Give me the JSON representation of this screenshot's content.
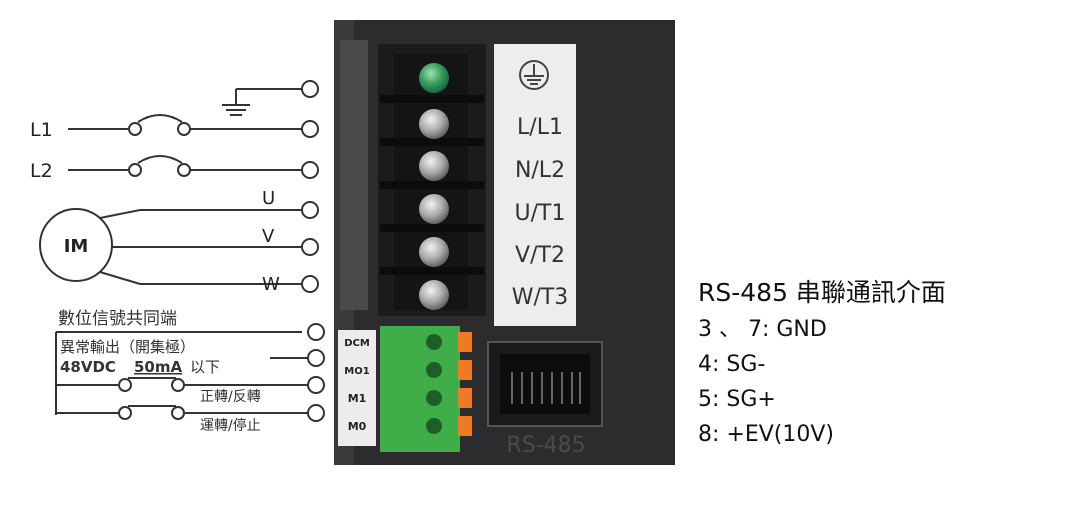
{
  "wiring": {
    "terminals": {
      "L1": "L1",
      "L2": "L2",
      "U": "U",
      "V": "V",
      "W": "W",
      "motor": "IM"
    },
    "digital_common": "數位信號共同端",
    "fault_output_line1": "異常輸出（開集極）",
    "fault_output_line2_a": "48VDC",
    "fault_output_line2_b": "50mA",
    "fault_output_line2_c": "以下",
    "forward_reverse": "正轉/反轉",
    "run_stop": "運轉/停止"
  },
  "terminal_block": {
    "labels": [
      "L/L1",
      "N/L2",
      "U/T1",
      "V/T2",
      "W/T3"
    ],
    "io_labels": [
      "DCM",
      "MO1",
      "M1",
      "M0"
    ],
    "port_label": "RS-485"
  },
  "rs485": {
    "title": "RS-485 串聯通訊介面",
    "pins": [
      "3 、 7: GND",
      "4: SG-",
      "5: SG+",
      "8: +EV(10V)"
    ]
  },
  "colors": {
    "housing": "#2c2c2e",
    "panel": "#ededed",
    "green_block": "#3fae49",
    "orange_clip": "#f07a22"
  }
}
